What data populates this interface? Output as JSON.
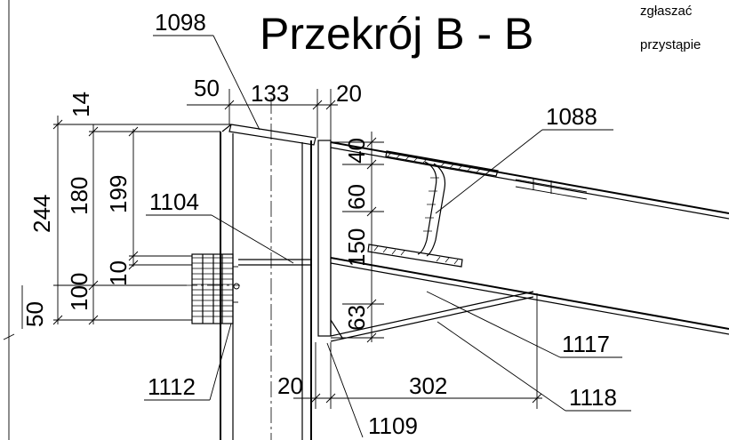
{
  "title": "Przekrój B - B",
  "note_lines": [
    "zgłaszać",
    "przystąpie"
  ],
  "part_labels": {
    "p1098": "1098",
    "p1088": "1088",
    "p1104": "1104",
    "p1112": "1112",
    "p1117": "1117",
    "p1118": "1118",
    "p1109": "1109"
  },
  "dimensions": {
    "top_50": "50",
    "top_133": "133",
    "top_20": "20",
    "left_14": "14",
    "left_244": "244",
    "left_180": "180",
    "left_199": "199",
    "left_100": "100",
    "left_10": "10",
    "left_50": "50",
    "vert_40": "40",
    "vert_60": "60",
    "vert_150": "150",
    "vert_63": "63",
    "bottom_20": "20",
    "bottom_302": "302"
  }
}
